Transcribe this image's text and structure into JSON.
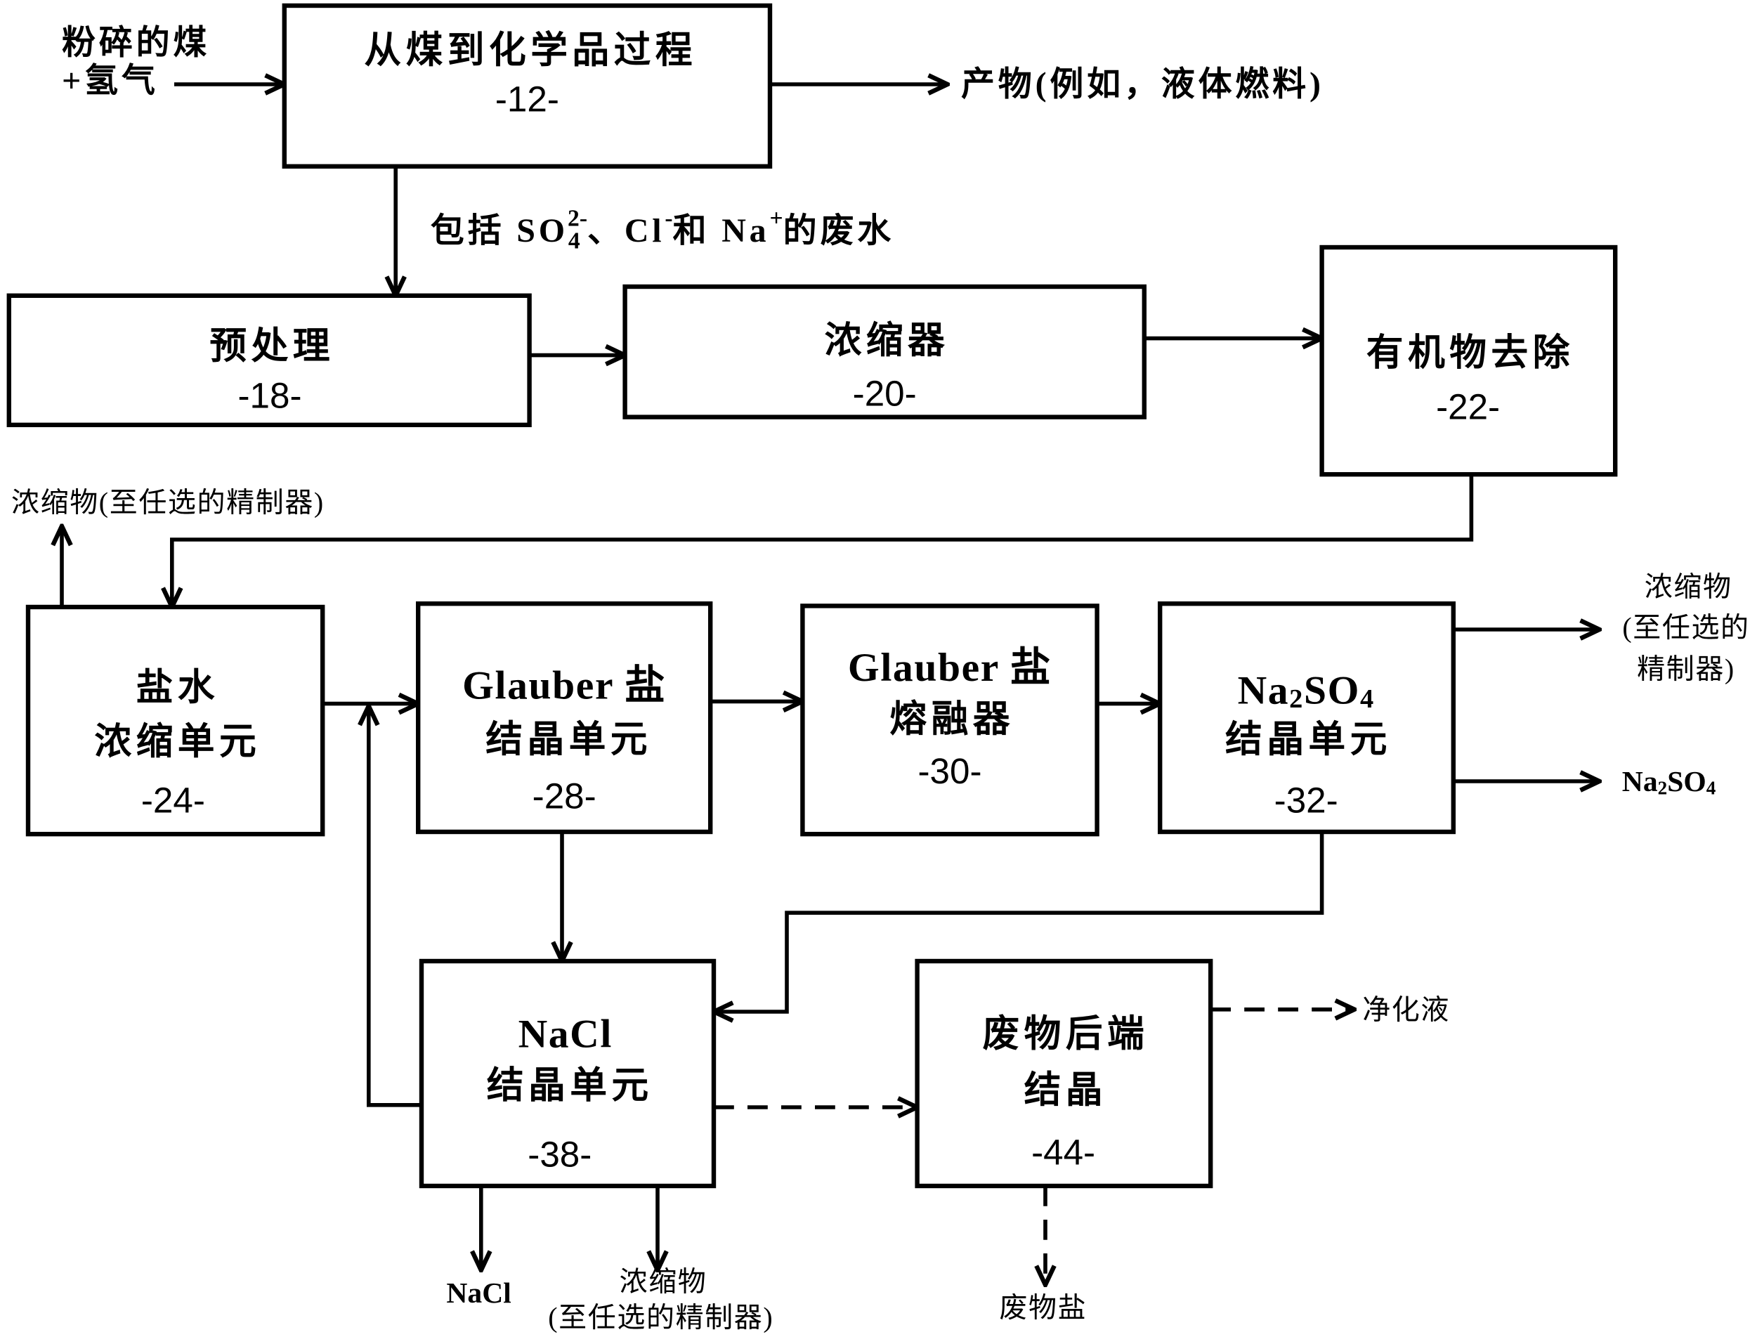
{
  "boxes": {
    "b12": {
      "title": "从煤到化学品过程",
      "ref": "-12-"
    },
    "b18": {
      "title": "预处理",
      "ref": "-18-"
    },
    "b20": {
      "title": "浓缩器",
      "ref": "-20-"
    },
    "b22": {
      "title": "有机物去除",
      "ref": "-22-"
    },
    "b24": {
      "line1": "盐水",
      "line2": "浓缩单元",
      "ref": "-24-"
    },
    "b28": {
      "line1": "Glauber 盐",
      "line2": "结晶单元",
      "ref": "-28-"
    },
    "b30": {
      "line1": "Glauber 盐",
      "line2": "熔融器",
      "ref": "-30-"
    },
    "b32": {
      "formula": [
        "Na",
        "2",
        "SO",
        "4"
      ],
      "line2": "结晶单元",
      "ref": "-32-"
    },
    "b38": {
      "line1": "NaCl",
      "line2": "结晶单元",
      "ref": "-38-"
    },
    "b44": {
      "line1": "废物后端",
      "line2": "结晶",
      "ref": "-44-"
    }
  },
  "labels": {
    "feed": [
      "粉碎的煤",
      "+氢气"
    ],
    "product": "产物(例如，液体燃料)",
    "wastewater": [
      "包括 SO",
      "4",
      "2-",
      "、Cl",
      "-",
      "和 Na",
      "+",
      "的废水"
    ],
    "concentrate_24": "浓缩物(至任选的精制器)",
    "concentrate_32": [
      "浓缩物",
      "(至任选的",
      "精制器)"
    ],
    "na2so4_out": [
      "Na",
      "2",
      "SO",
      "4"
    ],
    "purified_liquid": "净化液",
    "nacl_out": "NaCl",
    "concentrate_38": [
      "浓缩物",
      "(至任选的精制器)"
    ],
    "waste_salt": "废物盐"
  }
}
